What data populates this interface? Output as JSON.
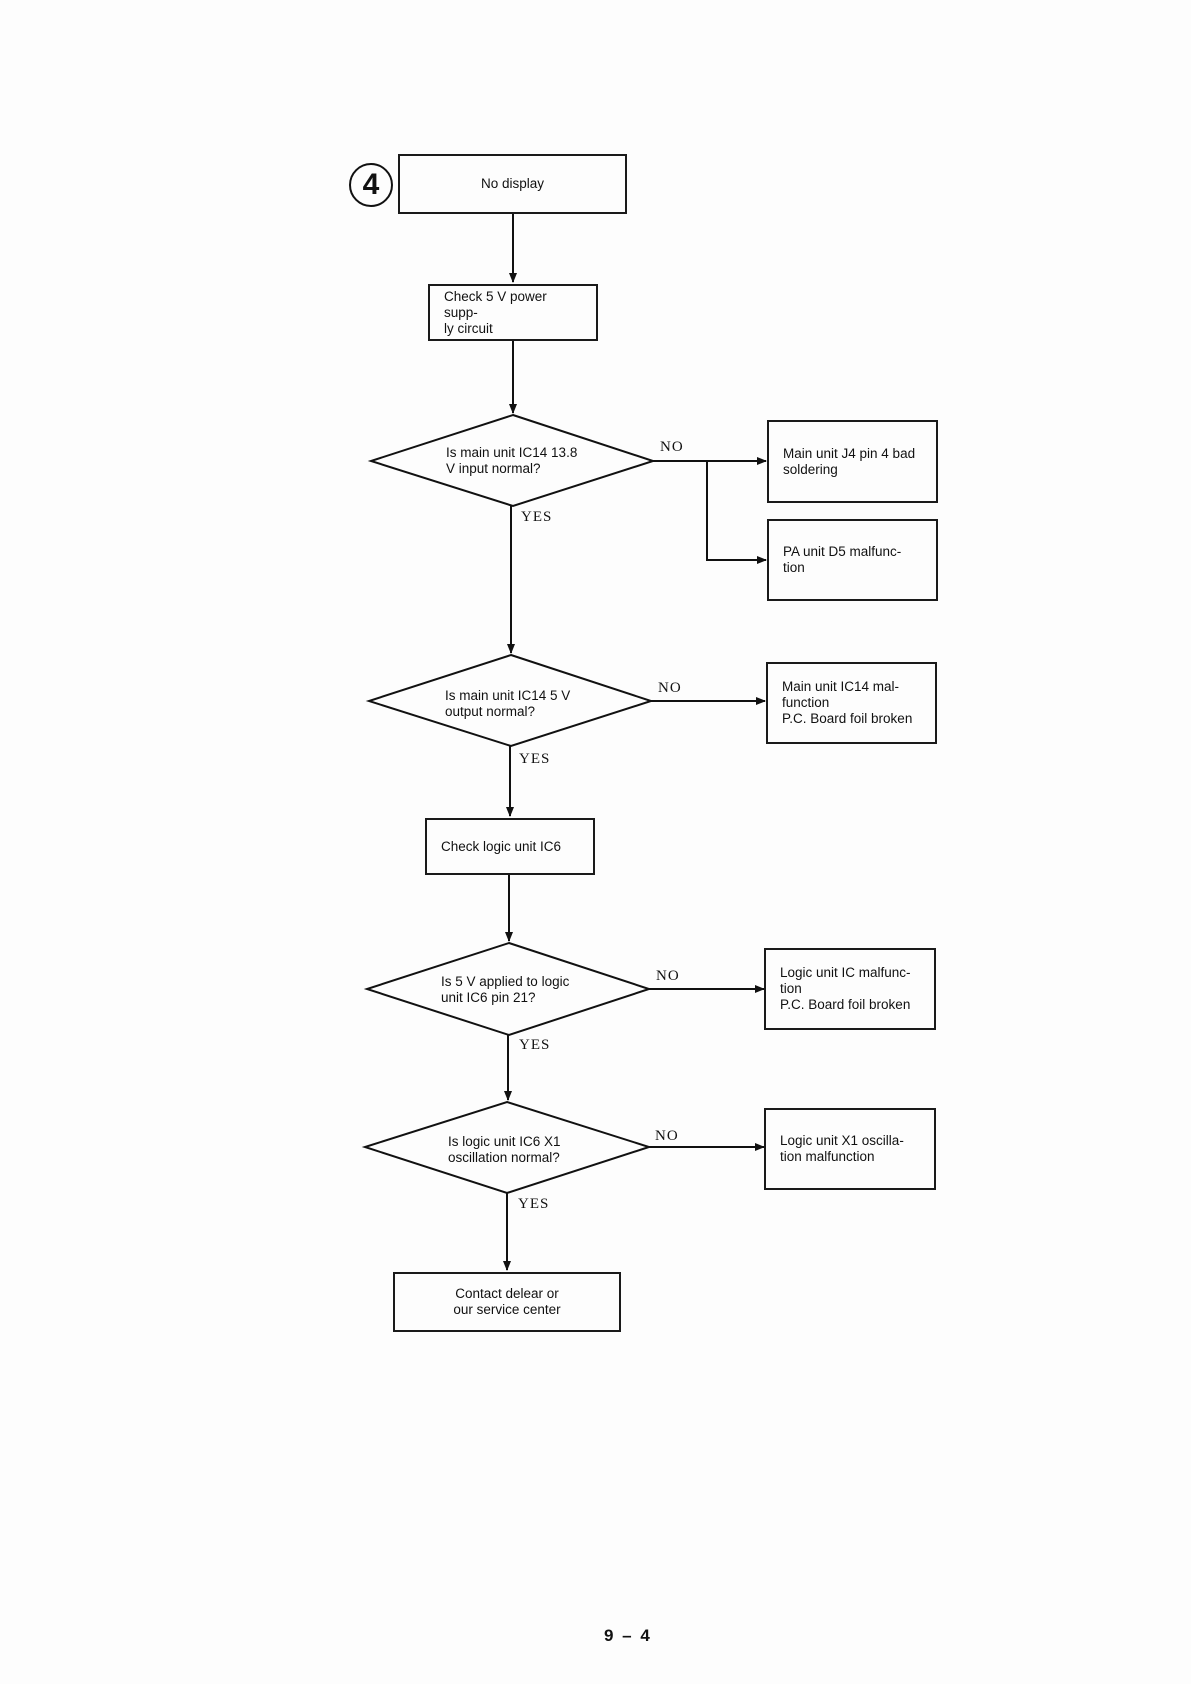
{
  "flowchart": {
    "section_marker": "4",
    "start": "No display",
    "step1": "Check 5 V power supp-\nly circuit",
    "decision1": {
      "question": "Is main unit IC14 13.8\nV input normal?",
      "no_label": "NO",
      "yes_label": "YES",
      "no_results": [
        "Main unit J4 pin 4 bad\nsoldering",
        "PA unit D5 malfunc-\ntion"
      ]
    },
    "decision2": {
      "question": "Is main unit IC14 5 V\noutput normal?",
      "no_label": "NO",
      "yes_label": "YES",
      "no_result": "Main unit IC14 mal-\nfunction\nP.C. Board foil broken"
    },
    "step2": "Check logic unit IC6",
    "decision3": {
      "question": "Is 5 V applied to logic\nunit IC6 pin 21?",
      "no_label": "NO",
      "yes_label": "YES",
      "no_result": "Logic unit IC malfunc-\ntion\nP.C. Board foil broken"
    },
    "decision4": {
      "question": "Is logic unit IC6 X1\noscillation normal?",
      "no_label": "NO",
      "yes_label": "YES",
      "no_result": "Logic unit X1 oscilla-\ntion malfunction"
    },
    "end": "Contact delear or\nour service center"
  },
  "page_number": "9 – 4"
}
